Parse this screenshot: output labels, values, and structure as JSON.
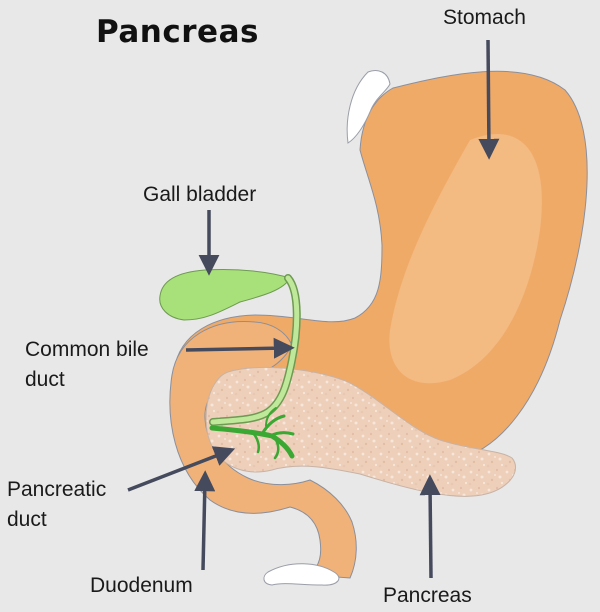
{
  "title": "Pancreas",
  "labels": {
    "stomach": "Stomach",
    "gall_bladder": "Gall bladder",
    "common_bile_duct_line1": "Common bile",
    "common_bile_duct_line2": "duct",
    "pancreatic_duct_line1": "Pancreatic",
    "pancreatic_duct_line2": "duct",
    "duodenum": "Duodenum",
    "pancreas": "Pancreas"
  },
  "colors": {
    "background": "#e8e8e8",
    "stomach": "#f0aa68",
    "stomach_highlight": "#f6c696",
    "pancreas": "#eecfba",
    "gall_bladder": "#a8e07a",
    "bile_duct": "#bfe89a",
    "pancreatic_duct": "#3aa832",
    "arrow": "#454a5c",
    "outline": "#8a8f9c"
  }
}
